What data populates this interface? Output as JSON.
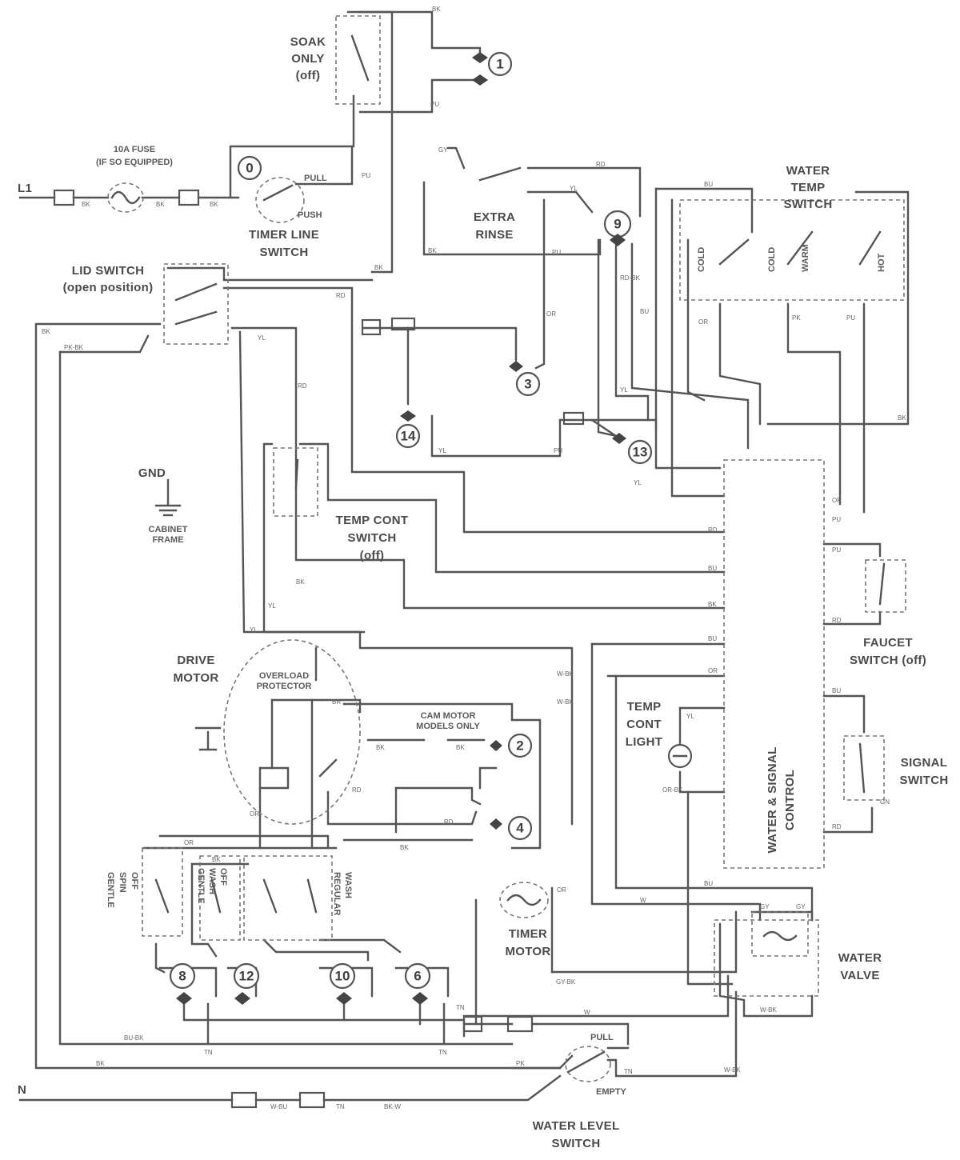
{
  "labels": {
    "soak_only": [
      "SOAK",
      "ONLY",
      "(off)"
    ],
    "fuse": [
      "10A FUSE",
      "(IF SO EQUIPPED)"
    ],
    "l1": "L1",
    "n": "N",
    "timer_line_switch": [
      "TIMER LINE",
      "SWITCH"
    ],
    "push": "PUSH",
    "pull": "PULL",
    "extra_rinse": [
      "EXTRA",
      "RINSE"
    ],
    "water_temp_switch": [
      "WATER",
      "TEMP",
      "SWITCH"
    ],
    "lid_switch": [
      "LID SWITCH",
      "(open position)"
    ],
    "gnd": "GND",
    "cabinet_frame": [
      "CABINET",
      "FRAME"
    ],
    "temp_cont_switch": [
      "TEMP CONT",
      "SWITCH",
      "(off)"
    ],
    "faucet_switch": [
      "FAUCET",
      "SWITCH (off)"
    ],
    "drive_motor": [
      "DRIVE",
      "MOTOR"
    ],
    "overload_protector": [
      "OVERLOAD",
      "PROTECTOR"
    ],
    "cam_motor": [
      "CAM MOTOR",
      "MODELS ONLY"
    ],
    "temp_cont_light": [
      "TEMP",
      "CONT",
      "LIGHT"
    ],
    "water_signal_control": [
      "WATER & SIGNAL",
      "CONTROL"
    ],
    "signal_switch": [
      "SIGNAL",
      "SWITCH"
    ],
    "timer_motor": [
      "TIMER",
      "MOTOR"
    ],
    "water_valve": [
      "WATER",
      "VALVE"
    ],
    "water_level_switch": [
      "WATER LEVEL",
      "SWITCH"
    ],
    "empty": "EMPTY",
    "gentle_spin_off": [
      "GENTLE",
      "SPIN",
      "OFF"
    ],
    "gentle_wash_off": [
      "GENTLE",
      "WASH",
      "OFF"
    ],
    "regular_wash": [
      "REGULAR",
      "WASH"
    ],
    "water_temp_positions": [
      "COLD",
      "COLD",
      "WARM",
      "HOT"
    ]
  },
  "terminals": [
    "1",
    "0",
    "9",
    "3",
    "14",
    "13",
    "2",
    "4",
    "8",
    "12",
    "10",
    "6"
  ],
  "wire_colors": [
    "BK",
    "BU",
    "PU",
    "RD",
    "OR",
    "YL",
    "W",
    "GY",
    "TN",
    "PK",
    "BR",
    "GN",
    "W-BK",
    "GY-BK",
    "OR-BK",
    "BU-BK",
    "PK-BK",
    "W-BU",
    "BK-W",
    "RD-BK"
  ]
}
